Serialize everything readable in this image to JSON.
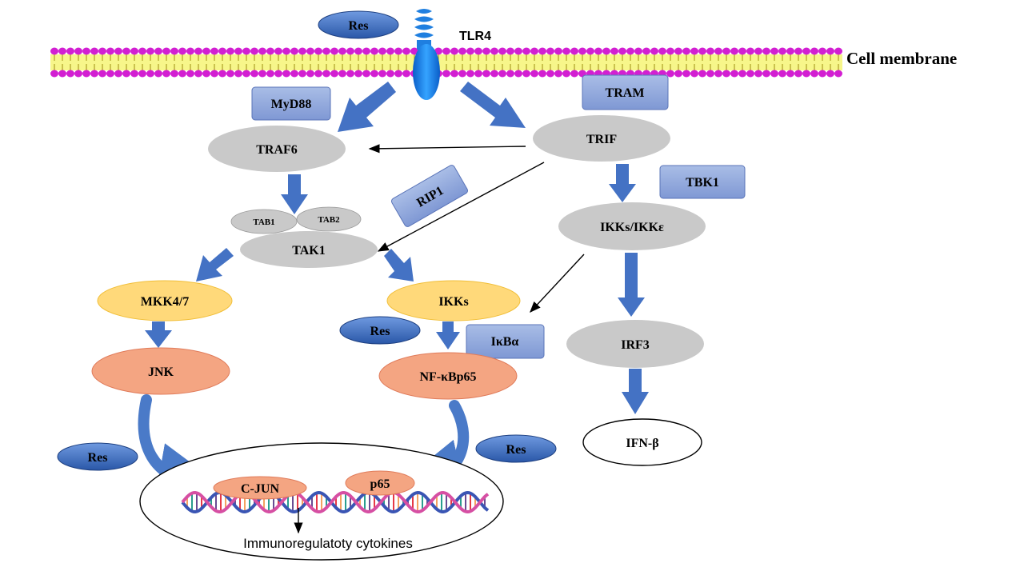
{
  "membrane": {
    "label": "Cell membrane"
  },
  "receptor": {
    "label": "TLR4"
  },
  "adaptors": {
    "myd88": "MyD88",
    "tram": "TRAM",
    "tbk1": "TBK1",
    "rip1": "RIP1",
    "ikba": "IκBα"
  },
  "nodes": {
    "traf6": "TRAF6",
    "trif": "TRIF",
    "tab1": "TAB1",
    "tab2": "TAB2",
    "tak1": "TAK1",
    "ikks_ikke": "IKKs/IKKε",
    "mkk47": "MKK4/7",
    "ikks": "IKKs",
    "jnk": "JNK",
    "nfkb": "NF-κBp65",
    "irf3": "IRF3",
    "ifnb": "IFN-β",
    "cjun": "C-JUN",
    "p65": "p65"
  },
  "inhibitor": {
    "res_top": "Res",
    "res_ikk": "Res",
    "res_left": "Res",
    "res_right": "Res"
  },
  "nucleus": {
    "output_label": "Immunoregulatoty cytokines"
  },
  "colors": {
    "membrane_head": "#d21fd2",
    "membrane_tail": "#e8e600",
    "receptor": "#1f7fe0",
    "arrow_blue": "#4472c4",
    "adaptor_box": "#8fa8dc",
    "grey_node": "#c9c9c9",
    "yellow_node": "#ffd97a",
    "salmon_node": "#f4a582",
    "res_blue": "#2e63b8"
  }
}
